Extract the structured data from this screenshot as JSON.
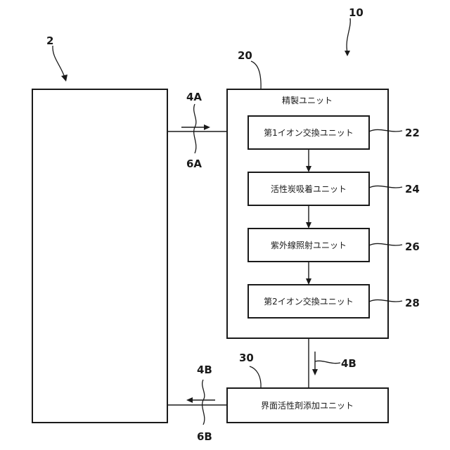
{
  "references": {
    "system": "10",
    "left_unit": "2",
    "purification_unit": "20",
    "ion_exchange_1": "22",
    "activated_carbon": "24",
    "uv_irradiation": "26",
    "ion_exchange_2": "28",
    "surfactant_unit": "30",
    "flow_4a": "4A",
    "flow_6a": "6A",
    "flow_4b_down": "4B",
    "flow_4b_left": "4B",
    "flow_6b": "6B"
  },
  "labels": {
    "purification_unit": "精製ユニット",
    "ion_exchange_1": "第1イオン交換ユニット",
    "activated_carbon": "活性炭吸着ユニット",
    "uv_irradiation": "紫外線照射ユニット",
    "ion_exchange_2": "第2イオン交換ユニット",
    "surfactant_unit": "界面活性剤添加ユニット"
  }
}
